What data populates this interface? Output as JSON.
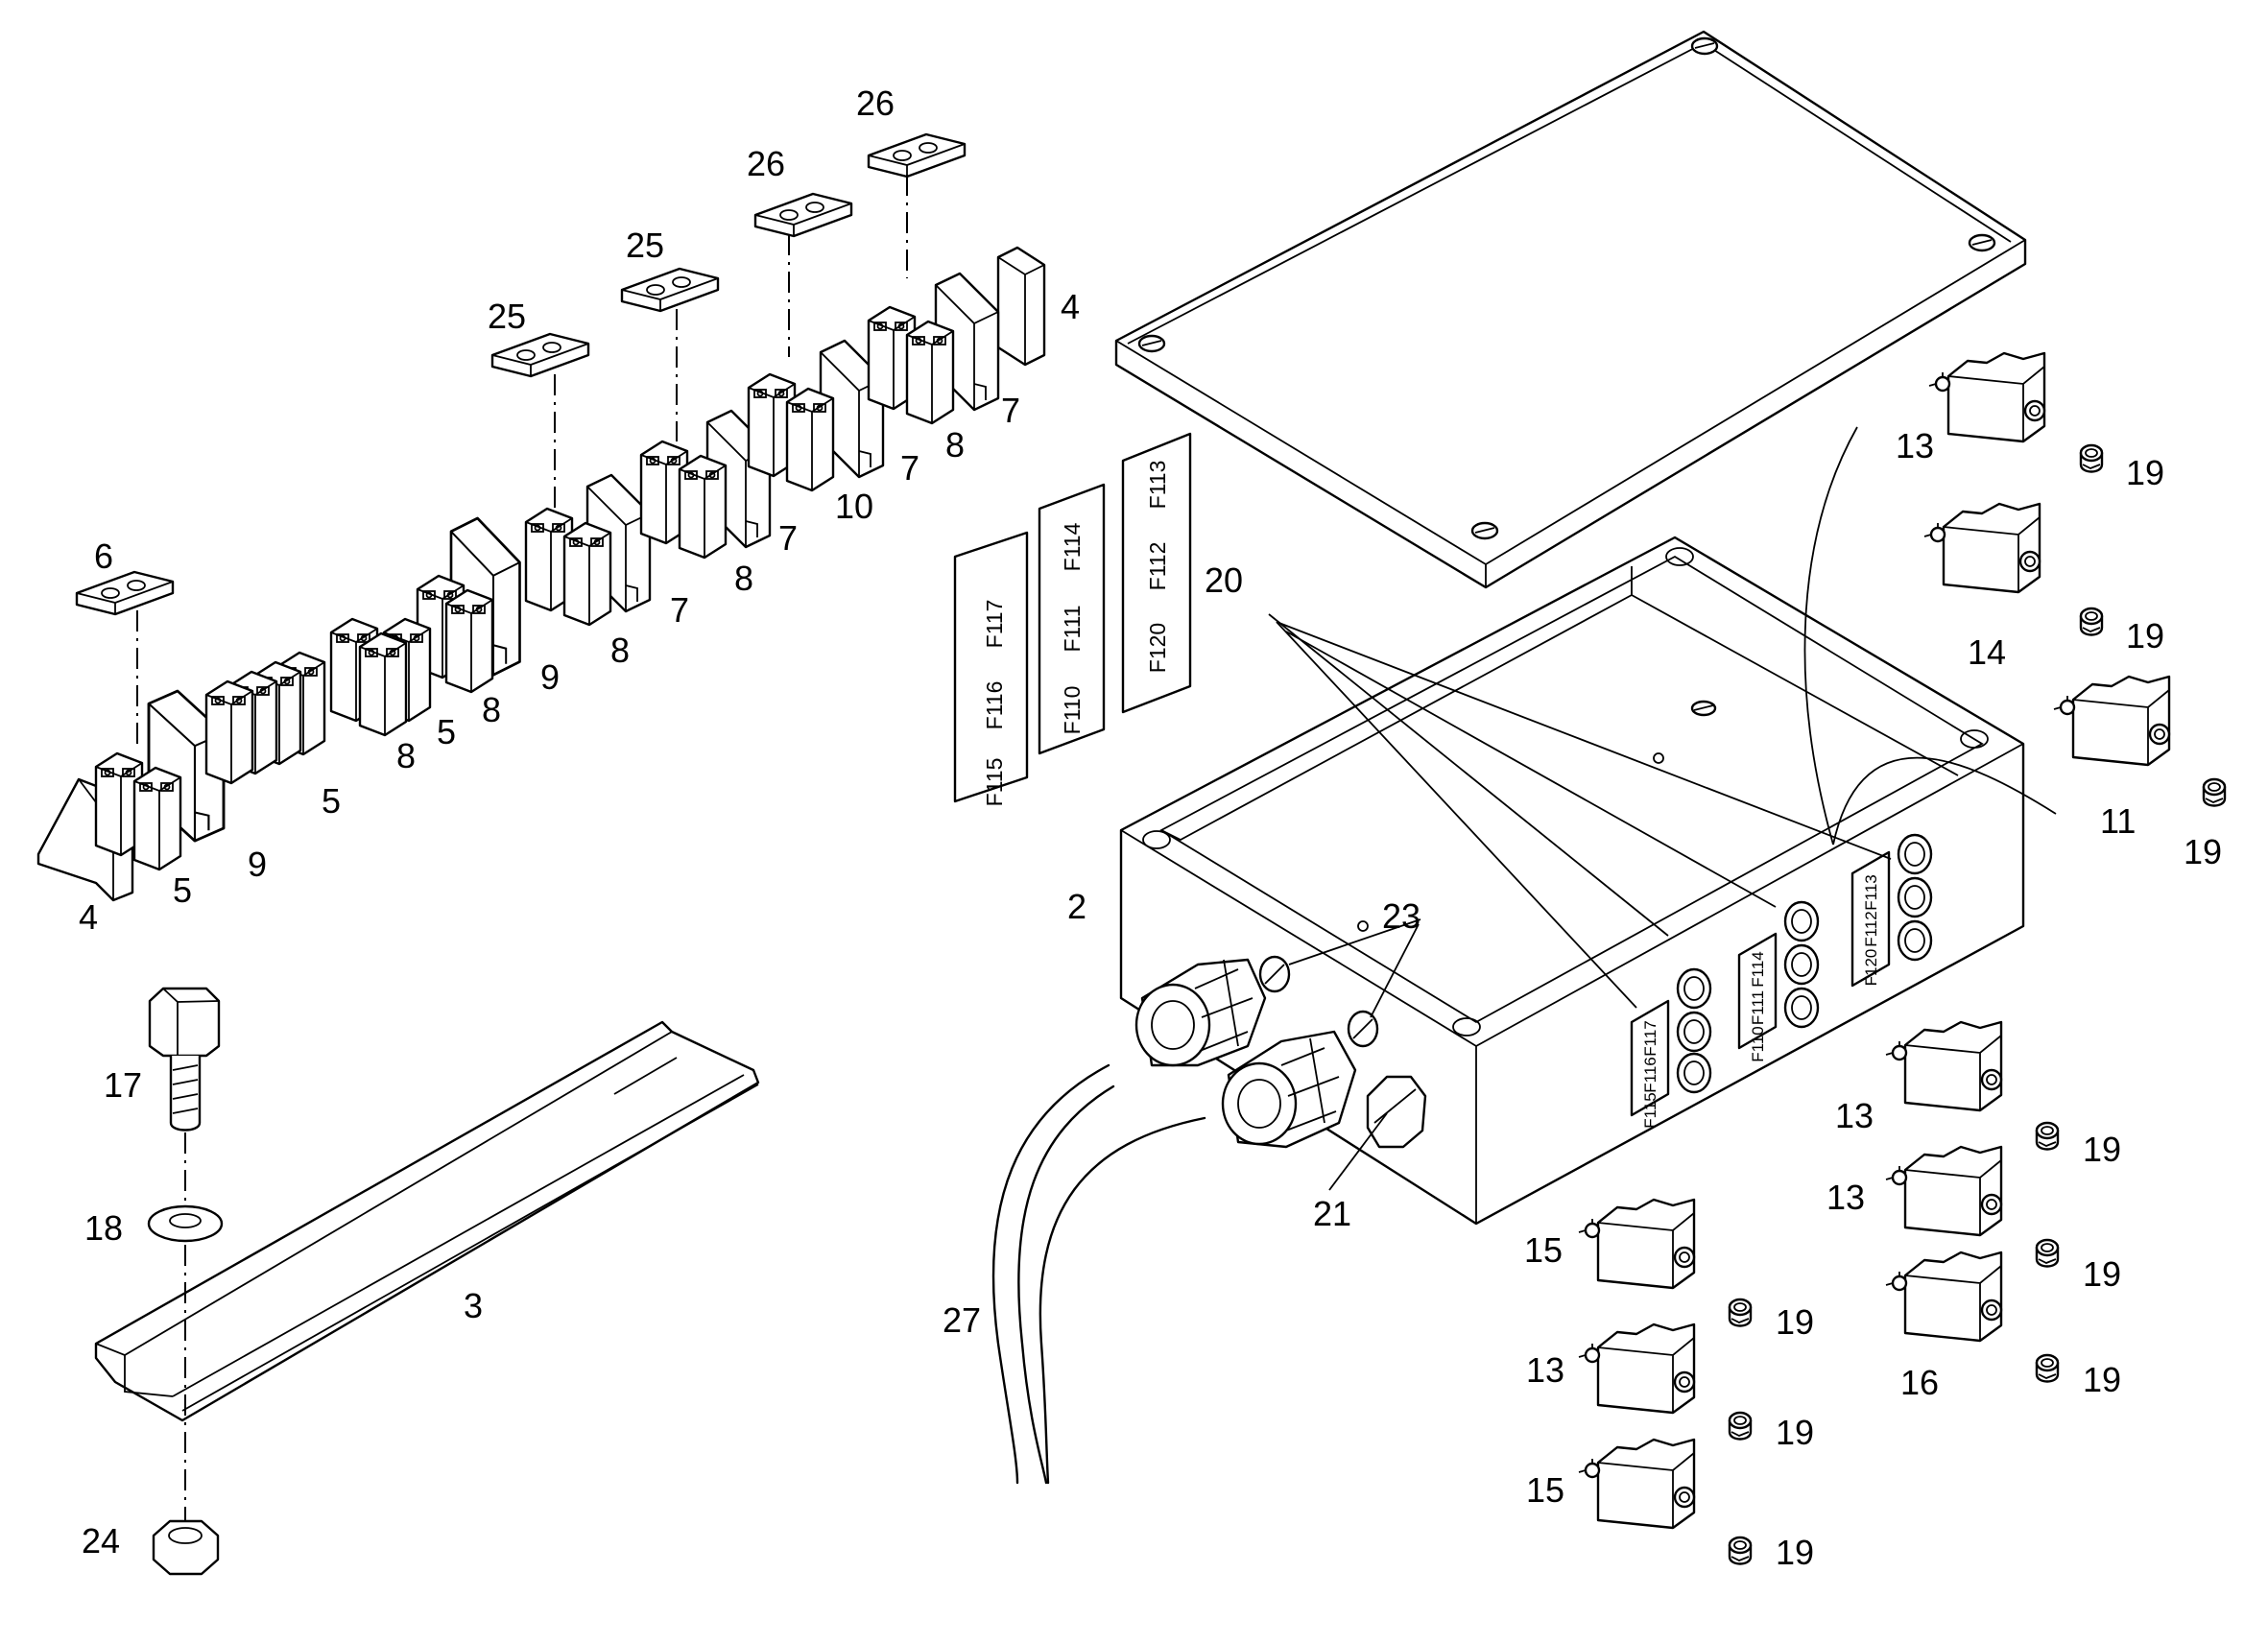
{
  "part_labels": [
    {
      "id": "l26a",
      "text": "26"
    },
    {
      "id": "l26b",
      "text": "26"
    },
    {
      "id": "l25a",
      "text": "25"
    },
    {
      "id": "l25b",
      "text": "25"
    },
    {
      "id": "l6",
      "text": "6"
    },
    {
      "id": "l4a",
      "text": "4"
    },
    {
      "id": "l4b",
      "text": "4"
    },
    {
      "id": "l7a",
      "text": "7"
    },
    {
      "id": "l7b",
      "text": "7"
    },
    {
      "id": "l7c",
      "text": "7"
    },
    {
      "id": "l7d",
      "text": "7"
    },
    {
      "id": "l8a",
      "text": "8"
    },
    {
      "id": "l8b",
      "text": "8"
    },
    {
      "id": "l8c",
      "text": "8"
    },
    {
      "id": "l8d",
      "text": "8"
    },
    {
      "id": "l8e",
      "text": "8"
    },
    {
      "id": "l10",
      "text": "10"
    },
    {
      "id": "l9a",
      "text": "9"
    },
    {
      "id": "l9b",
      "text": "9"
    },
    {
      "id": "l5a",
      "text": "5"
    },
    {
      "id": "l5b",
      "text": "5"
    },
    {
      "id": "l5c",
      "text": "5"
    },
    {
      "id": "l17",
      "text": "17"
    },
    {
      "id": "l18",
      "text": "18"
    },
    {
      "id": "l3",
      "text": "3"
    },
    {
      "id": "l24",
      "text": "24"
    },
    {
      "id": "l20",
      "text": "20"
    },
    {
      "id": "l2",
      "text": "2"
    },
    {
      "id": "l23",
      "text": "23"
    },
    {
      "id": "l21",
      "text": "21"
    },
    {
      "id": "l27",
      "text": "27"
    },
    {
      "id": "l11",
      "text": "11"
    },
    {
      "id": "l13a",
      "text": "13"
    },
    {
      "id": "l14",
      "text": "14"
    },
    {
      "id": "l13b",
      "text": "13"
    },
    {
      "id": "l13c",
      "text": "13"
    },
    {
      "id": "l16",
      "text": "16"
    },
    {
      "id": "l15a",
      "text": "15"
    },
    {
      "id": "l13d",
      "text": "13"
    },
    {
      "id": "l15b",
      "text": "15"
    },
    {
      "id": "l19a",
      "text": "19"
    },
    {
      "id": "l19b",
      "text": "19"
    },
    {
      "id": "l19c",
      "text": "19"
    },
    {
      "id": "l19d",
      "text": "19"
    },
    {
      "id": "l19e",
      "text": "19"
    },
    {
      "id": "l19f",
      "text": "19"
    },
    {
      "id": "l19g",
      "text": "19"
    },
    {
      "id": "l19h",
      "text": "19"
    },
    {
      "id": "l19i",
      "text": "19"
    }
  ],
  "fuse_labels": {
    "sheet1": [
      "F117",
      "F116",
      "F115"
    ],
    "sheet2": [
      "F114",
      "F111",
      "F110"
    ],
    "sheet3": [
      "F113",
      "F112",
      "F120"
    ]
  },
  "panel_labels": {
    "left": [
      "F117",
      "F116",
      "F115"
    ],
    "middle": [
      "F114",
      "F111",
      "F110"
    ],
    "right": [
      "F113",
      "F112",
      "F120"
    ]
  }
}
